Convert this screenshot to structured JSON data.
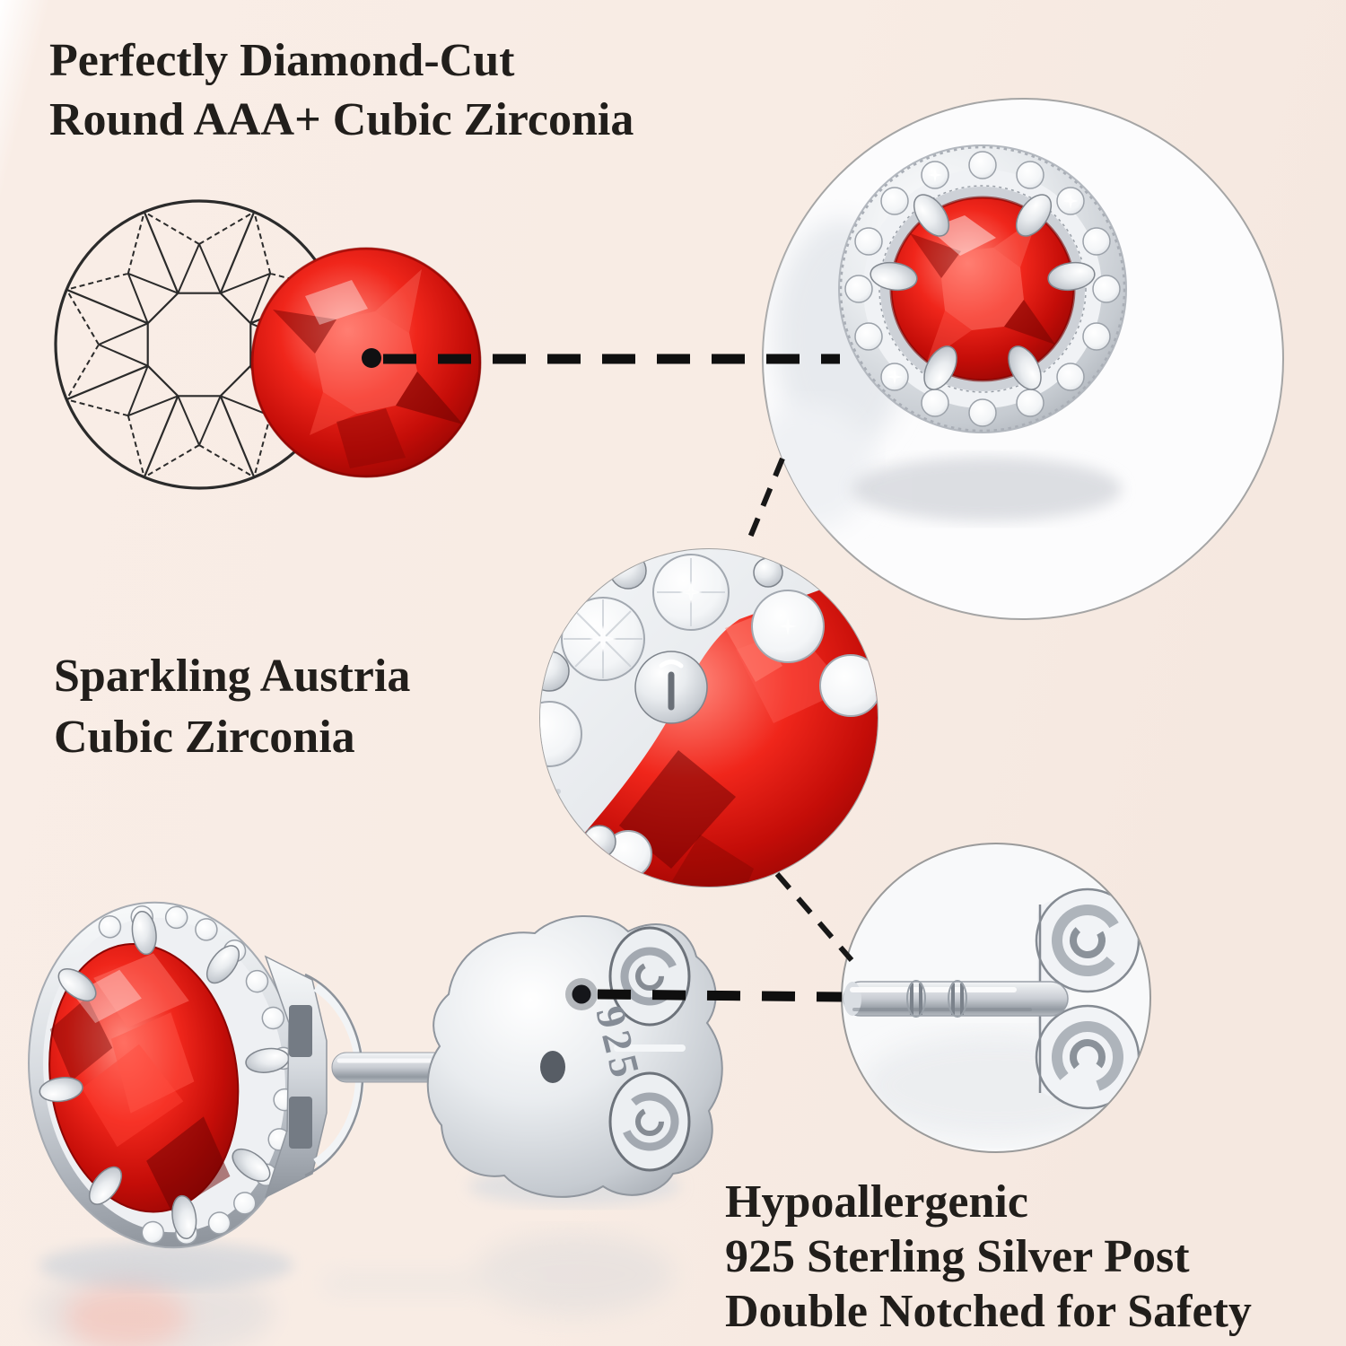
{
  "canvas": {
    "background": "#f8ece4"
  },
  "callouts": {
    "diamond_cut": {
      "line1": "Perfectly Diamond-Cut",
      "line2": "Round AAA+ Cubic Zirconia"
    },
    "austria_cz": {
      "line1": "Sparkling Austria",
      "line2": "Cubic Zirconia"
    },
    "silver_post": {
      "line1": "Hypoallergenic",
      "line2": "925 Sterling Silver Post",
      "line3": "Double Notched for Safety"
    }
  },
  "engraving": {
    "stamp": "925"
  },
  "icons": [
    "diamond-wireframe-icon",
    "sparkle-icon"
  ],
  "colors": {
    "background": "#f8ece4",
    "text": "#211e1b",
    "connector_black": "#111111",
    "gem_red": "#e01510",
    "gem_red_dark": "#8e0503",
    "silver": "#c6cbd1",
    "silver_dark": "#8f959d",
    "inset_circle_fill": "#fcfcfd",
    "inset_circle_border": "#9b9b9b"
  }
}
